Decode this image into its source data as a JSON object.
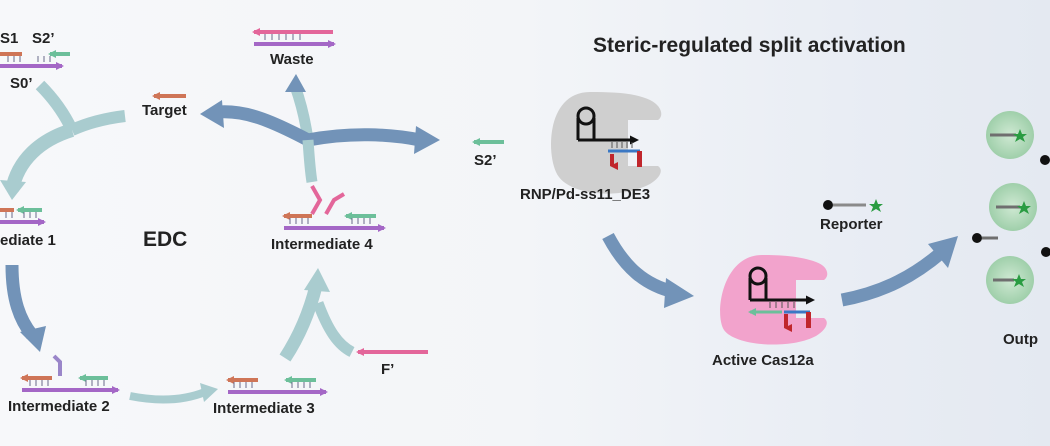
{
  "title": "Steric-regulated split activation",
  "cycle_label": "EDC",
  "labels": {
    "s1": "S1",
    "s2p_top": "S2’",
    "s0p": "S0’",
    "target": "Target",
    "waste": "Waste",
    "intermediate1": "ediate 1",
    "intermediate2": "Intermediate 2",
    "intermediate3": "Intermediate 3",
    "intermediate4": "Intermediate 4",
    "fp": "F’",
    "s2p": "S2’",
    "rnp": "RNP/Pd-ss11_DE3",
    "reporter": "Reporter",
    "active": "Active Cas12a",
    "output": "Outp"
  },
  "colors": {
    "purple": "#a467c6",
    "green": "#6cbf9a",
    "salmon": "#cf7557",
    "pink": "#e3669a",
    "blue_arrow": "#7293b8",
    "teal_arrow": "#a9cccf",
    "gray_enzyme": "#cfcfcf",
    "pink_enzyme": "#f2a3cc",
    "red_bar": "#c0262c",
    "blue_strand": "#3b78c4",
    "star": "#2a9c42",
    "bubble": "#a8d6b2"
  }
}
